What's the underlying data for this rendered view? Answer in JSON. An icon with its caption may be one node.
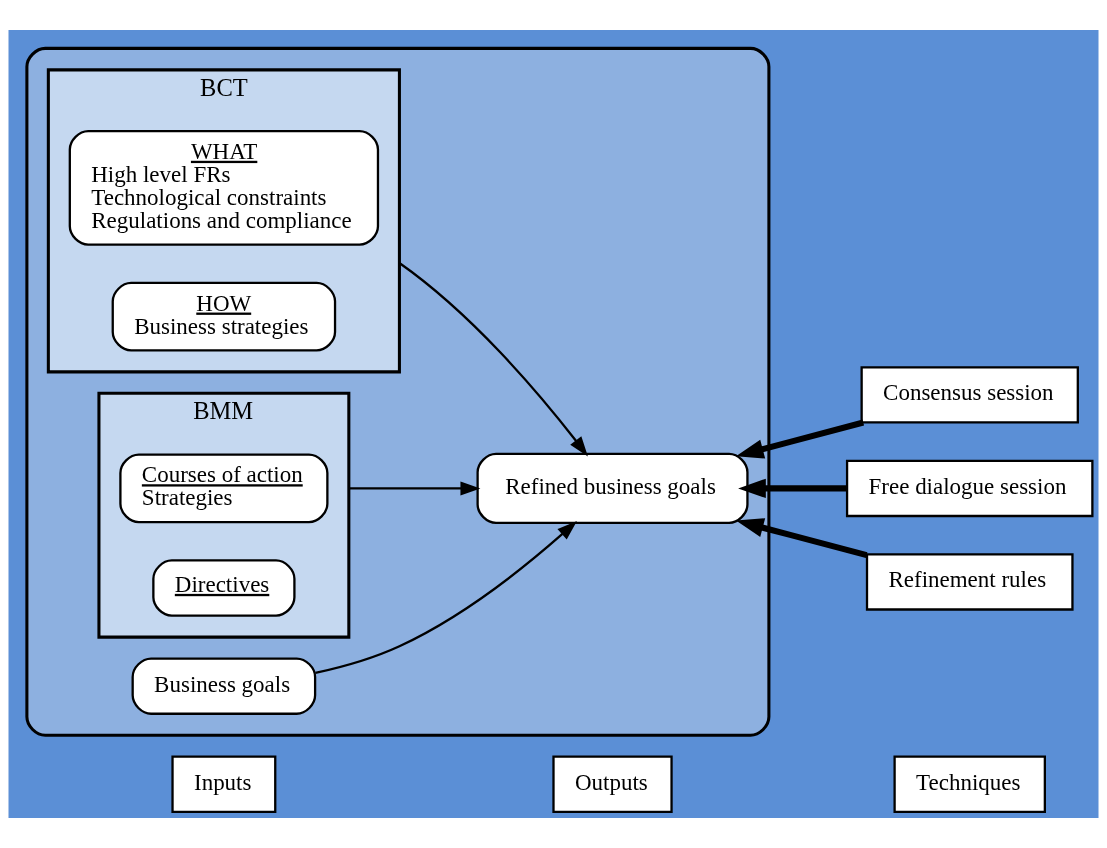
{
  "diagram": {
    "nodes": [
      {
        "text": [
          "Inputs"
        ]
      },
      {
        "text": [
          "Outputs"
        ]
      },
      {
        "text": [
          "Techniques"
        ]
      },
      {
        "text": [],
        "shape": "box"
      },
      {
        "text": [
          "BCT"
        ],
        "in": 3
      },
      {
        "text": [
          "WHAT",
          "High level FRs",
          "Technological constraints",
          "Regulations and compliance"
        ],
        "in": 4
      },
      {
        "text": [
          "HOW",
          "Business strategies"
        ],
        "in": 4
      },
      {
        "text": [
          "Business goals"
        ],
        "in": 3
      },
      {
        "text": [
          "BMM"
        ],
        "in": 3
      },
      {
        "text": [
          "Courses of action",
          "Strategies"
        ],
        "in": 8
      },
      {
        "text": [
          "Directives"
        ],
        "in": 8
      },
      {
        "text": [
          "Refined business goals"
        ],
        "in": 3
      },
      {
        "text": [
          "Consensus session"
        ]
      },
      {
        "text": [
          "Free dialogue session"
        ]
      },
      {
        "text": [
          "Refinement rules"
        ]
      }
    ],
    "edges": [
      {
        "from": 4,
        "to": 11,
        "arrow": "to"
      },
      {
        "from": 7,
        "to": 11,
        "arrow": "to"
      },
      {
        "from": 8,
        "to": 11,
        "arrow": "to"
      },
      {
        "from": 12,
        "to": 11,
        "arrow": "to",
        "style": "thick"
      },
      {
        "from": 13,
        "to": 11,
        "arrow": "to",
        "style": "thick"
      },
      {
        "from": 14,
        "to": 11,
        "arrow": "to",
        "style": "thick"
      }
    ]
  }
}
